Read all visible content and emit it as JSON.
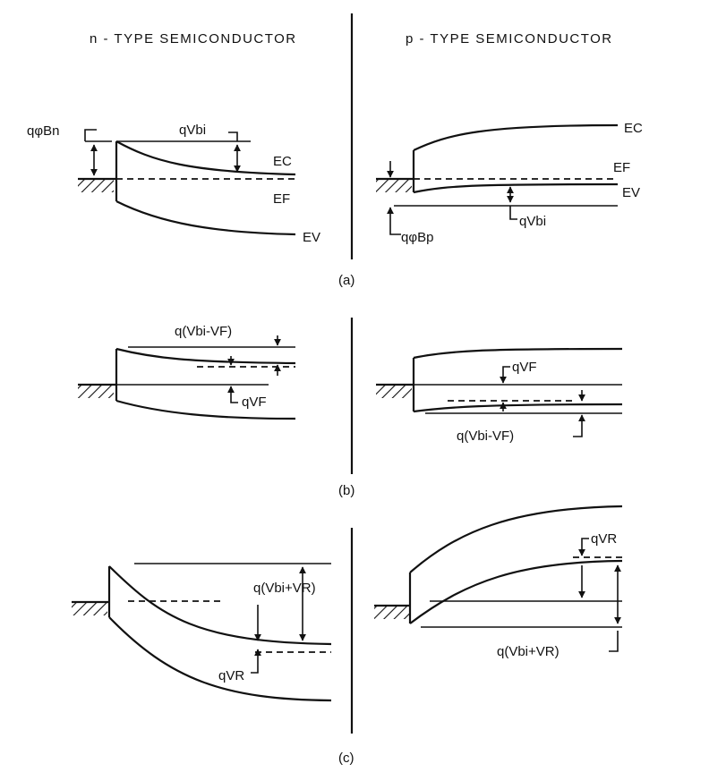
{
  "headers": {
    "n_type": "n - TYPE SEMICONDUCTOR",
    "p_type": "p - TYPE SEMICONDUCTOR"
  },
  "panels": {
    "a": "(a)",
    "b": "(b)",
    "c": "(c)"
  },
  "labels": {
    "q_phi_bn": "qφBn",
    "q_phi_bp": "qφBp",
    "qvbi_n": "qVbi",
    "qvbi_p": "qVbi",
    "ec_n": "EC",
    "ef_n": "EF",
    "ev_n": "EV",
    "ec_p": "EC",
    "ef_p": "EF",
    "ev_p": "EV",
    "fwd_n_top": "q(Vbi-VF)",
    "fwd_n_bot": "qVF",
    "fwd_p_top": "qVF",
    "fwd_p_bot": "q(Vbi-VF)",
    "rev_n_top": "q(Vbi+VR)",
    "rev_n_bot": "qVR",
    "rev_p_top": "qVR",
    "rev_p_bot": "q(Vbi+VR)"
  }
}
